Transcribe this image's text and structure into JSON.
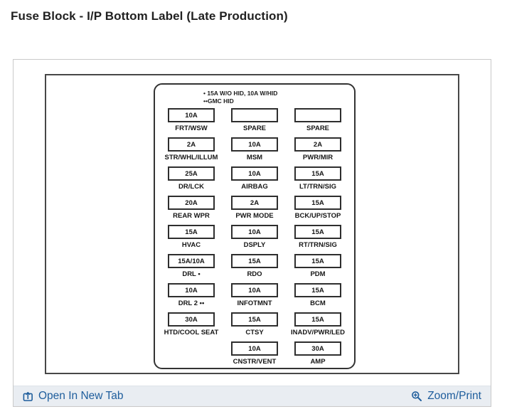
{
  "page": {
    "title": "Fuse Block - I/P Bottom Label (Late Production)"
  },
  "diagram": {
    "legend": [
      "• 15A W/O HID, 10A W/HID",
      "••GMC HID"
    ],
    "rows": [
      [
        {
          "amp": "10A",
          "label": "FRT/WSW"
        },
        {
          "amp": "",
          "label": "SPARE"
        },
        {
          "amp": "",
          "label": "SPARE"
        }
      ],
      [
        {
          "amp": "2A",
          "label": "STR/WHL/ILLUM"
        },
        {
          "amp": "10A",
          "label": "MSM"
        },
        {
          "amp": "2A",
          "label": "PWR/MIR"
        }
      ],
      [
        {
          "amp": "25A",
          "label": "DR/LCK"
        },
        {
          "amp": "10A",
          "label": "AIRBAG"
        },
        {
          "amp": "15A",
          "label": "LT/TRN/SIG"
        }
      ],
      [
        {
          "amp": "20A",
          "label": "REAR WPR"
        },
        {
          "amp": "2A",
          "label": "PWR MODE"
        },
        {
          "amp": "15A",
          "label": "BCK/UP/STOP"
        }
      ],
      [
        {
          "amp": "15A",
          "label": "HVAC"
        },
        {
          "amp": "10A",
          "label": "DSPLY"
        },
        {
          "amp": "15A",
          "label": "RT/TRN/SIG"
        }
      ],
      [
        {
          "amp": "15A/10A",
          "label": "DRL •"
        },
        {
          "amp": "15A",
          "label": "RDO"
        },
        {
          "amp": "15A",
          "label": "PDM"
        }
      ],
      [
        {
          "amp": "10A",
          "label": "DRL 2 ••"
        },
        {
          "amp": "10A",
          "label": "INFOTMNT"
        },
        {
          "amp": "15A",
          "label": "BCM"
        }
      ],
      [
        {
          "amp": "30A",
          "label": "HTD/COOL SEAT"
        },
        {
          "amp": "15A",
          "label": "CTSY"
        },
        {
          "amp": "15A",
          "label": "INADV/PWR/LED"
        }
      ],
      [
        null,
        {
          "amp": "10A",
          "label": "CNSTR/VENT"
        },
        {
          "amp": "30A",
          "label": "AMP"
        }
      ]
    ]
  },
  "footer": {
    "open_label": "Open In New Tab",
    "zoom_label": "Zoom/Print"
  },
  "icons": {
    "open_in_new_tab": "box-with-up-arrow",
    "zoom_print": "magnifier-with-plus"
  },
  "colors": {
    "link_blue": "#1e5d9c",
    "footer_bar_bg": "#e9edf2",
    "card_border": "#c9c9c9",
    "diagram_border": "#474747",
    "title_text": "#212121"
  }
}
